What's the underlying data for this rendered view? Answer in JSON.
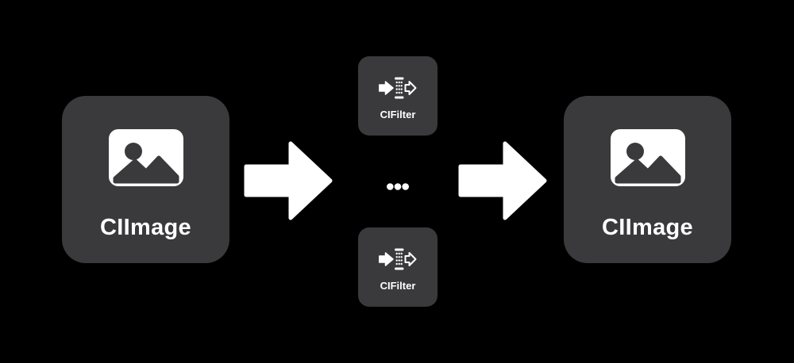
{
  "colors": {
    "background": "#000000",
    "node_fill": "#3a3a3c",
    "foreground": "#ffffff"
  },
  "diagram": {
    "input": {
      "label": "CIImage",
      "icon": "photo-icon"
    },
    "arrows": [
      {
        "icon": "arrow-right-icon"
      },
      {
        "icon": "arrow-right-icon"
      }
    ],
    "filters": [
      {
        "label": "CIFilter",
        "icon": "filter-icon"
      },
      {
        "label": "CIFilter",
        "icon": "filter-icon"
      }
    ],
    "more_indicator": {
      "icon": "ellipsis-icon"
    },
    "output": {
      "label": "CIImage",
      "icon": "photo-icon"
    }
  }
}
